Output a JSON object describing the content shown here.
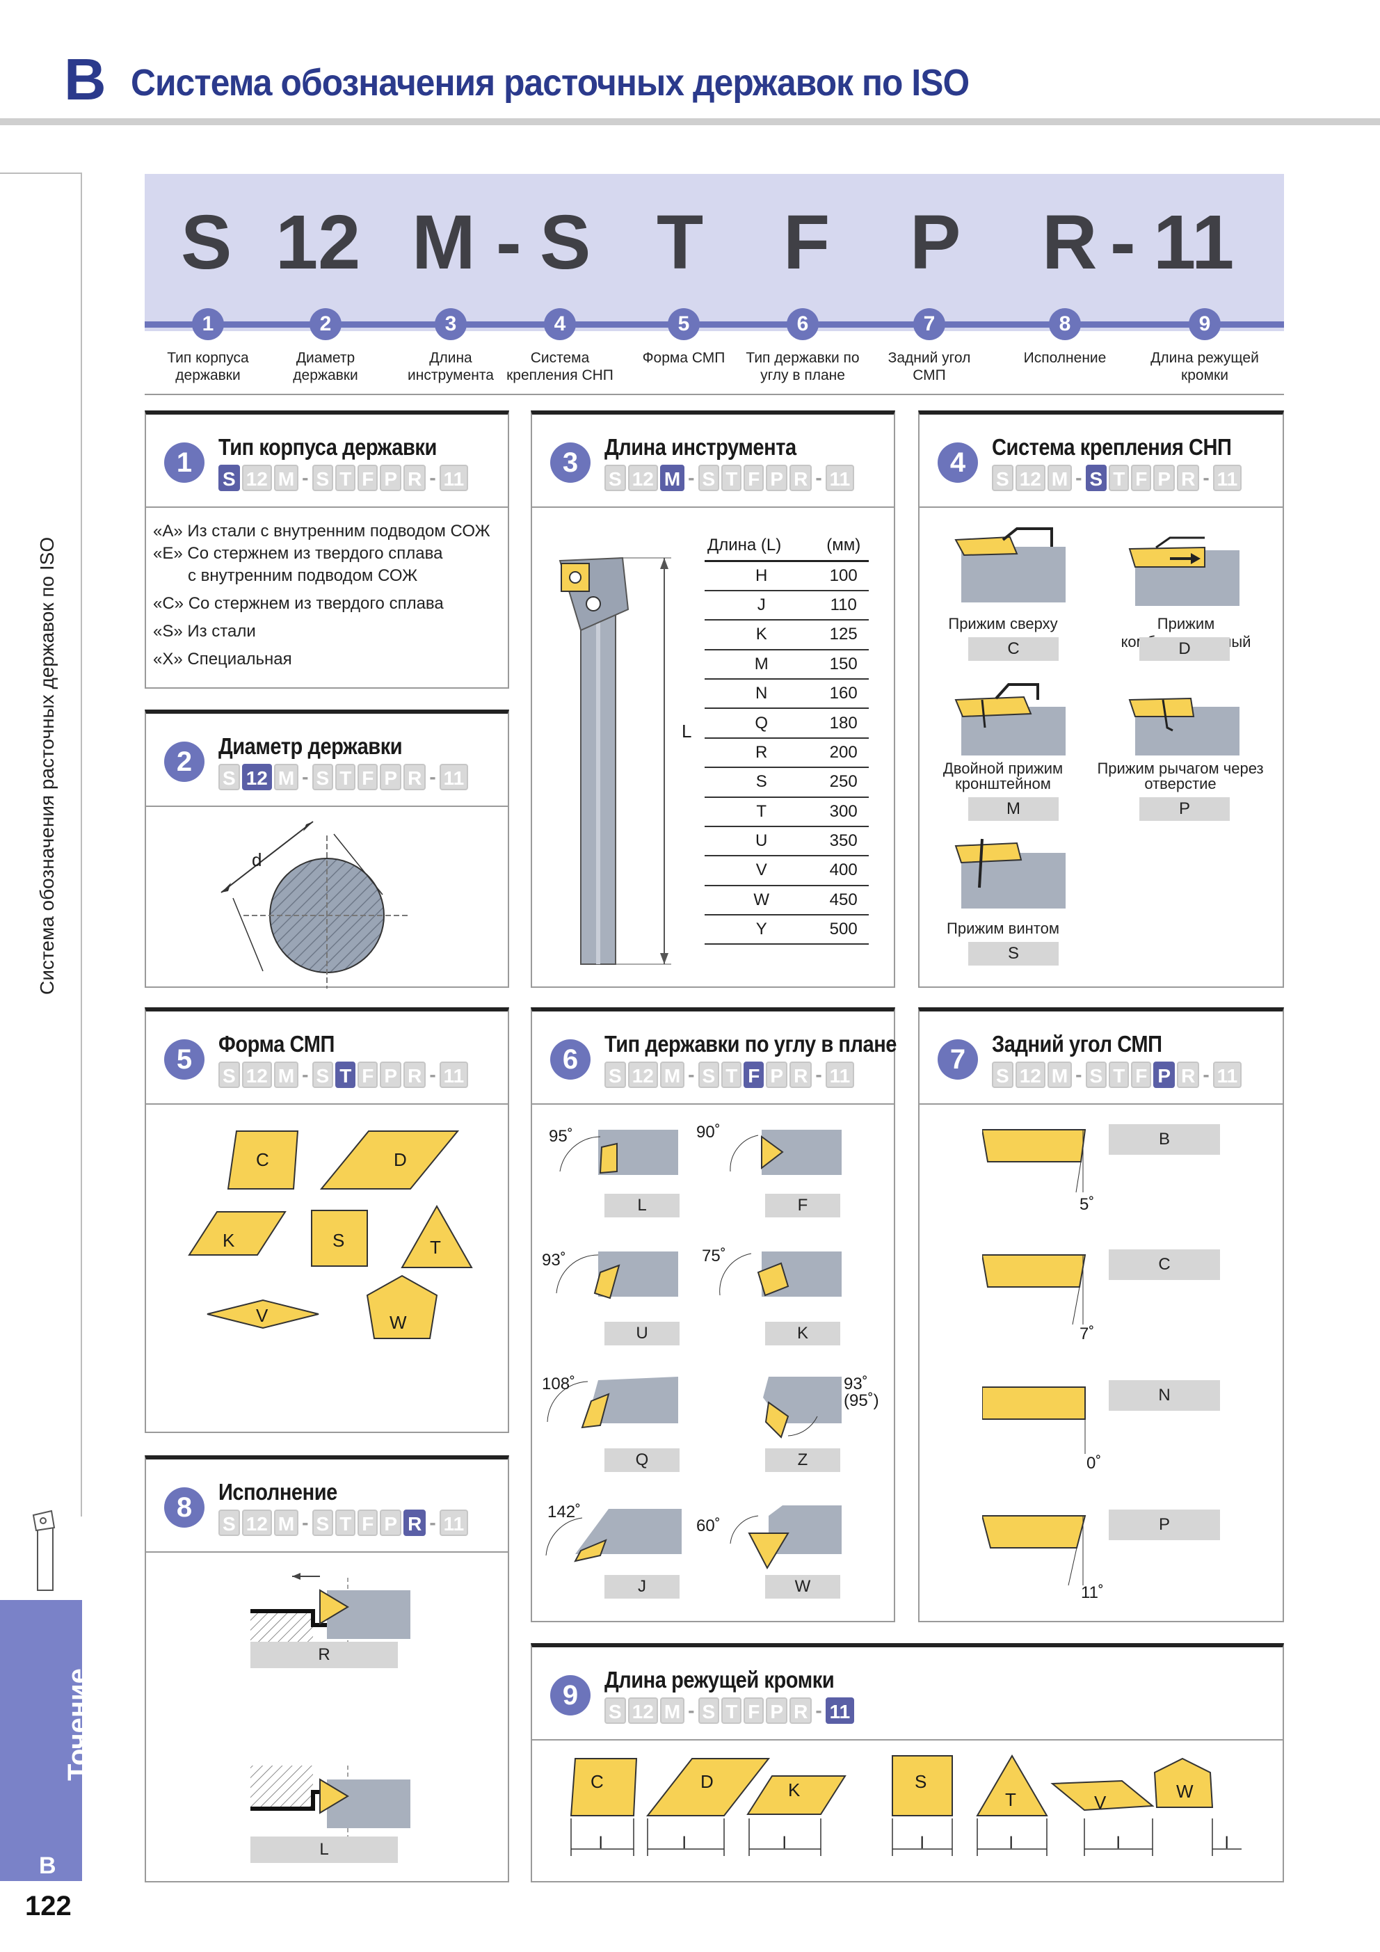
{
  "header": {
    "letter": "B",
    "title": "Система обозначения расточных державок по ISO"
  },
  "sidebar": {
    "vertical_text": "Система обозначения расточных державок по ISO",
    "tab": "Точение",
    "section": "B",
    "page": "122"
  },
  "code": {
    "parts": [
      "S",
      "12",
      "M",
      "-",
      "S",
      "T",
      "F",
      "P",
      "R",
      "-",
      "11"
    ]
  },
  "positions": [
    {
      "n": "1",
      "label": "Тип корпуса державки"
    },
    {
      "n": "2",
      "label": "Диаметр державки"
    },
    {
      "n": "3",
      "label": "Длина инструмента"
    },
    {
      "n": "4",
      "label": "Система крепления СНП"
    },
    {
      "n": "5",
      "label": "Форма СМП"
    },
    {
      "n": "6",
      "label": "Тип державки по углу в плане"
    },
    {
      "n": "7",
      "label": "Задний угол СМП"
    },
    {
      "n": "8",
      "label": "Исполнение"
    },
    {
      "n": "9",
      "label": "Длина режущей кромки"
    }
  ],
  "codechips": [
    "S",
    "12",
    "M",
    "-",
    "S",
    "T",
    "F",
    "P",
    "R",
    "-",
    "11"
  ],
  "p1": {
    "num": "1",
    "title": "Тип корпуса державки",
    "items": [
      "«A» Из стали с внутренним подводом СОЖ",
      "«E» Со стержнем из твердого сплава",
      "с внутренним подводом СОЖ",
      "«C» Со стержнем из твердого сплава",
      "«S» Из стали",
      "«X» Специальная"
    ]
  },
  "p2": {
    "num": "2",
    "title": "Диаметр державки",
    "d": "d"
  },
  "p3": {
    "num": "3",
    "title": "Длина инструмента",
    "L": "L",
    "col1": "Длина (L)",
    "col2": "(мм)",
    "rows": [
      [
        "H",
        "100"
      ],
      [
        "J",
        "110"
      ],
      [
        "K",
        "125"
      ],
      [
        "M",
        "150"
      ],
      [
        "N",
        "160"
      ],
      [
        "Q",
        "180"
      ],
      [
        "R",
        "200"
      ],
      [
        "S",
        "250"
      ],
      [
        "T",
        "300"
      ],
      [
        "U",
        "350"
      ],
      [
        "V",
        "400"
      ],
      [
        "W",
        "450"
      ],
      [
        "Y",
        "500"
      ]
    ]
  },
  "p4": {
    "num": "4",
    "title": "Система крепления СНП",
    "items": [
      {
        "label": "Прижим сверху",
        "code": "C"
      },
      {
        "label": "Прижим комбинированный",
        "code": "D"
      },
      {
        "label": "Двойной прижим кронштейном",
        "code": "M"
      },
      {
        "label": "Прижим рычагом через отверстие",
        "code": "P"
      },
      {
        "label": "Прижим винтом",
        "code": "S"
      }
    ]
  },
  "p5": {
    "num": "5",
    "title": "Форма СМП",
    "shapes": [
      "C",
      "D",
      "K",
      "S",
      "T",
      "V",
      "W"
    ]
  },
  "p6": {
    "num": "6",
    "title": "Тип державки по углу в плане",
    "items": [
      {
        "angle": "95˚",
        "code": "L"
      },
      {
        "angle": "90˚",
        "code": "F"
      },
      {
        "angle": "93˚",
        "code": "U"
      },
      {
        "angle": "75˚",
        "code": "K"
      },
      {
        "angle": "108˚",
        "code": "Q"
      },
      {
        "angle": "93˚",
        "angle2": "(95˚)",
        "code": "Z"
      },
      {
        "angle": "142˚",
        "code": "J"
      },
      {
        "angle": "60˚",
        "code": "W"
      }
    ]
  },
  "p7": {
    "num": "7",
    "title": "Задний угол СМП",
    "items": [
      {
        "code": "B",
        "angle": "5˚"
      },
      {
        "code": "C",
        "angle": "7˚"
      },
      {
        "code": "N",
        "angle": "0˚"
      },
      {
        "code": "P",
        "angle": "11˚"
      }
    ]
  },
  "p8": {
    "num": "8",
    "title": "Исполнение",
    "items": [
      "R",
      "L"
    ]
  },
  "p9": {
    "num": "9",
    "title": "Длина режущей кромки",
    "shapes": [
      "C",
      "D",
      "K",
      "S",
      "T",
      "V",
      "W"
    ],
    "l": "l"
  },
  "colors": {
    "accent": "#6c74bb",
    "insert": "#f7d154",
    "steel": "#a8b0bd"
  }
}
